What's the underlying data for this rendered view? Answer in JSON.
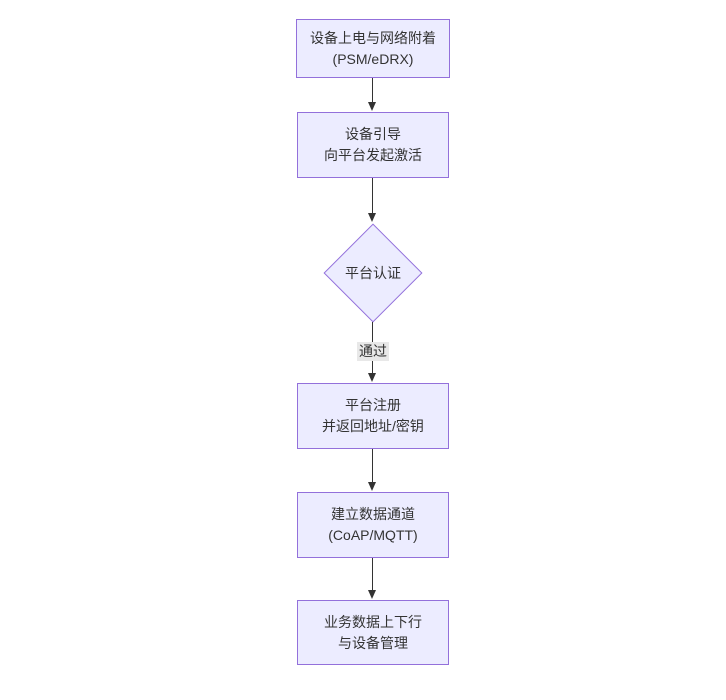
{
  "diagram": {
    "type": "flowchart",
    "direction": "top-down",
    "colors": {
      "node_fill": "#ECECFF",
      "node_border": "#9370DB",
      "edge": "#333333",
      "edge_label_bg": "#e8e8e8",
      "text": "#333333",
      "background": "#ffffff"
    },
    "nodes": [
      {
        "id": "power-attach",
        "shape": "rect",
        "lines": [
          "设备上电与网络附着",
          "(PSM/eDRX)"
        ]
      },
      {
        "id": "bootstrap",
        "shape": "rect",
        "lines": [
          "设备引导",
          "向平台发起激活"
        ]
      },
      {
        "id": "platform-auth",
        "shape": "diamond",
        "lines": [
          "平台认证"
        ]
      },
      {
        "id": "platform-register",
        "shape": "rect",
        "lines": [
          "平台注册",
          "并返回地址/密钥"
        ]
      },
      {
        "id": "data-channel",
        "shape": "rect",
        "lines": [
          "建立数据通道",
          "(CoAP/MQTT)"
        ]
      },
      {
        "id": "business-data",
        "shape": "rect",
        "lines": [
          "业务数据上下行",
          "与设备管理"
        ]
      }
    ],
    "edges": [
      {
        "from": "power-attach",
        "to": "bootstrap",
        "label": ""
      },
      {
        "from": "bootstrap",
        "to": "platform-auth",
        "label": ""
      },
      {
        "from": "platform-auth",
        "to": "platform-register",
        "label": "通过"
      },
      {
        "from": "platform-register",
        "to": "data-channel",
        "label": ""
      },
      {
        "from": "data-channel",
        "to": "business-data",
        "label": ""
      }
    ]
  }
}
